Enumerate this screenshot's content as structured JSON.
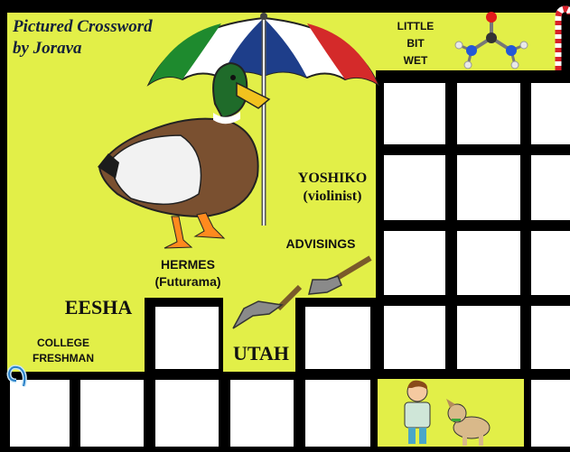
{
  "title": {
    "line1": "Pictured Crossword",
    "line2": "by Jorava"
  },
  "clues": {
    "little_bit_wet": [
      "LITTLE",
      "BIT",
      "WET"
    ],
    "yoshiko": [
      "YOSHIKO",
      "(violinist)"
    ],
    "advisings": "ADVISINGS",
    "hermes": [
      "HERMES",
      "(Futurama)"
    ],
    "eesha": "EESHA",
    "utah": "UTAH",
    "college_freshman": [
      "COLLEGE",
      "FRESHMAN"
    ]
  },
  "pictures": [
    "duck-under-umbrella",
    "urea-molecule",
    "candy-cane",
    "garden-trowels",
    "boy-and-dog",
    "loop-arrow"
  ],
  "colors": {
    "background": "#e2ef48",
    "grid": "#000000",
    "cell": "#ffffff",
    "title": "#14213a"
  }
}
